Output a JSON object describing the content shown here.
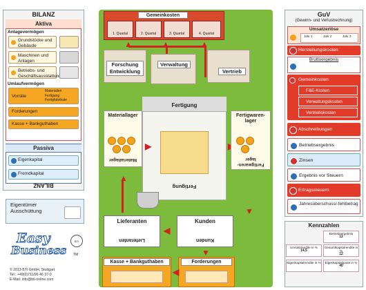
{
  "bilanz": {
    "title": "BILANZ",
    "title_inverted": "BILANZ",
    "aktiva": {
      "title": "Aktiva",
      "anlage_title": "Anlagevermögen",
      "anlage_items": [
        "Grundstücke und Gebäude",
        "Maschinen und Anlagen",
        "Betriebs- und Geschäftsausstattung"
      ],
      "umlauf_title": "Umlaufvermögen",
      "vorraete": "Vorräte",
      "vorraete_sub": [
        "Materialien",
        "Fertigung",
        "Fertigfabrikate"
      ],
      "forderungen": "Forderungen",
      "kasse": "Kasse + Bankguthaben"
    },
    "passiva": {
      "title": "Passiva",
      "items": [
        "Eigenkapital",
        "Fremdkapital"
      ]
    }
  },
  "eigentuemer": {
    "line1": "Eigentümer",
    "line2": "Ausschüttung"
  },
  "board": {
    "gemeinkosten": "Gemeinkosten",
    "quartale": [
      "1. Quartal",
      "2. Quartal",
      "3. Quartal",
      "4. Quartal"
    ],
    "forschung": "Forschung\nEntwicklung",
    "verwaltung": "Verwaltung",
    "vertrieb": "Vertrieb",
    "fertigung": "Fertigung",
    "fertigung_inverted": "Fertigung",
    "materiallager": "Materiallager",
    "materiallager_inverted": "Materiallager",
    "fertigwarenlager": "Fertigwaren-lager",
    "fertigwarenlager_inverted": "Fertigwaren-lager",
    "lieferanten": "Lieferanten",
    "lieferanten_inverted": "Lieferanten",
    "kunden": "Kunden",
    "kunden_inverted": "Kunden",
    "kasse": "Kasse + Bankguthaben",
    "forderungen": "Forderungen"
  },
  "brand": {
    "logo_line1": "Easy",
    "logo_line2": "Business",
    "tm": "TM",
    "copyright": "© 2013 BTI GmbH, Stuttgart",
    "tel": "Tel.: +49(0)711/96 46 37-0",
    "email": "E-Mail: info@bti-online.com"
  },
  "guv": {
    "title": "GuV",
    "subtitle": "(Gewinn- und Verlustrechnung)",
    "umsatzerloese": "Umsatzerlöse",
    "jahr_cols": [
      "Jahr 1",
      "Jahr 2",
      "Jahr 3"
    ],
    "herstellungskosten": "Herstellungskosten",
    "bruttoergebnis": "Bruttoergebnis",
    "gemeinkosten": "Gemeinkosten",
    "gemeinkosten_sub": [
      "F&E-Kosten",
      "Verwaltungskosten",
      "Vertriebskosten"
    ],
    "abschreibungen": "Abschreibungen",
    "betriebsergebnis": "Betriebsergebnis",
    "zinsen": "Zinsen",
    "ergebnis_vor_steuern": "Ergebnis vor Steuern",
    "ertragssteuern": "Ertragssteuern",
    "jahresueberschuss": "Jahresüberschuss/-fehlbetrag"
  },
  "kennzahlen": {
    "title": "Kennzahlen",
    "cells": [
      {
        "label": "Betriebsergebnis",
        "values": [
          "12",
          "",
          ""
        ]
      },
      {
        "label": "Umsatzrendite in %",
        "values": [
          "14,5",
          "",
          ""
        ]
      },
      {
        "label": "Gesamtkapitalrendite in %",
        "values": [
          "12",
          "",
          ""
        ]
      },
      {
        "label": "Eigenkapitalrendite in %",
        "values": [
          "",
          "",
          ""
        ]
      },
      {
        "label": "Eigenkapitalquote in %",
        "values": [
          "40",
          "",
          ""
        ]
      }
    ]
  }
}
